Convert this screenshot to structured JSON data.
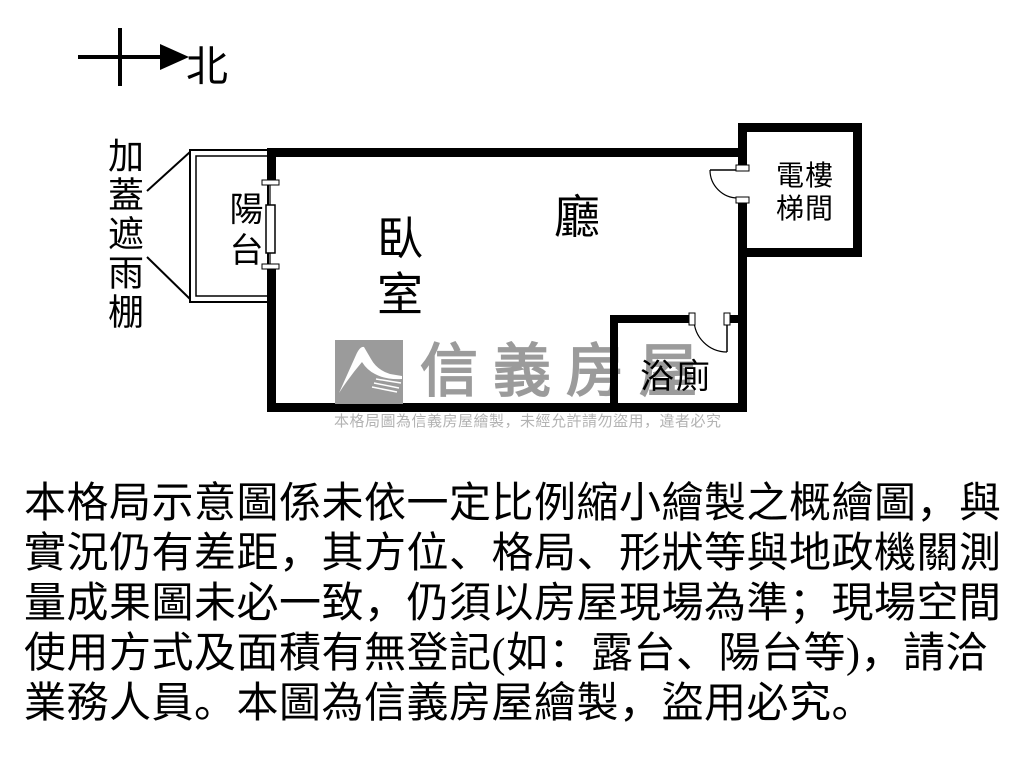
{
  "compass": {
    "north_label": "北"
  },
  "floorplan": {
    "canopy_label": "加蓋遮雨棚",
    "rooms": {
      "balcony": "陽台",
      "bedroom": "臥室",
      "living_room": "廳",
      "elevator_stair": {
        "lines": [
          "電樓",
          "梯間"
        ]
      },
      "bathroom": "浴廁"
    }
  },
  "watermark": {
    "brand": "信義房屋",
    "logo": "sinyi-swoosh-logo",
    "notice": "本格局圖為信義房屋繪製，未經允許請勿盜用，違者必究",
    "color": "#9b9b9b"
  },
  "disclaimer": {
    "lines": [
      "本格局示意圖係未依一定比例縮小繪製之概繪圖，與",
      "實況仍有差距，其方位、格局、形狀等與地政機關測",
      "量成果圖未必一致，仍須以房屋現場為準；現場空間",
      "使用方式及面積有無登記(如：露台、陽台等)，請洽",
      "業務人員。本圖為信義房屋繪製，盜用必究。"
    ]
  },
  "colors": {
    "wall": "#000000",
    "background": "#ffffff"
  }
}
